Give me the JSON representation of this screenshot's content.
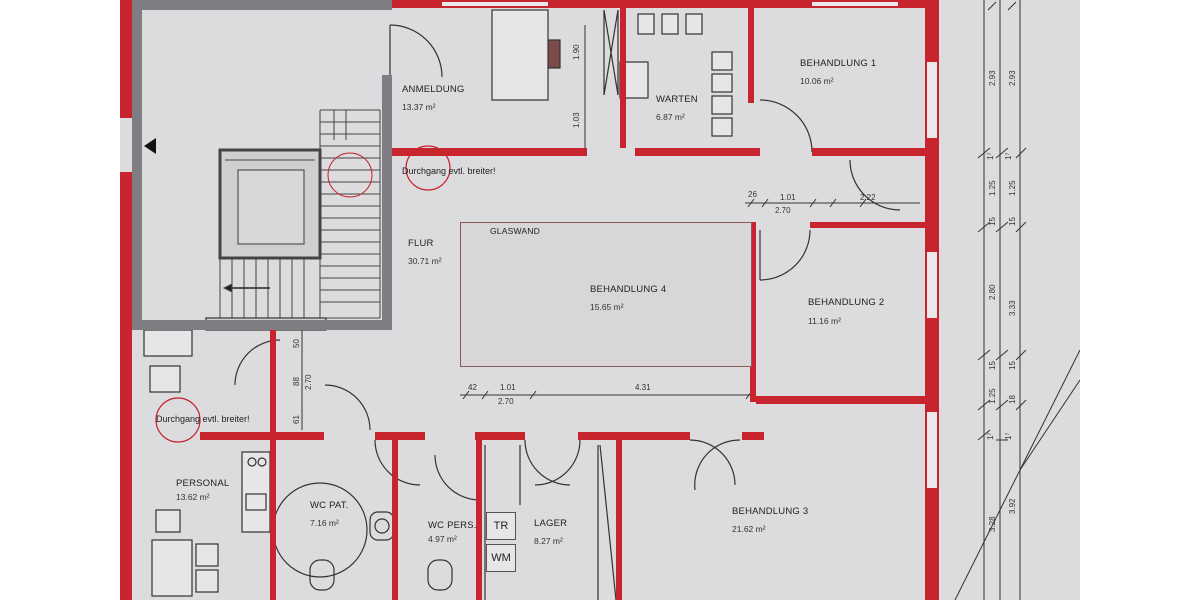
{
  "rooms": {
    "anmeldung": {
      "name": "ANMELDUNG",
      "area": "13.37 m²"
    },
    "warten": {
      "name": "WARTEN",
      "area": "6.87 m²"
    },
    "behandlung1": {
      "name": "BEHANDLUNG 1",
      "area": "10.06 m²"
    },
    "flur": {
      "name": "FLUR",
      "area": "30.71 m²"
    },
    "behandlung4": {
      "name": "BEHANDLUNG 4",
      "area": "15.65 m²"
    },
    "behandlung2": {
      "name": "BEHANDLUNG 2",
      "area": "11.16 m²"
    },
    "personal": {
      "name": "PERSONAL",
      "area": "13.62 m²"
    },
    "wc_pat": {
      "name": "WC PAT.",
      "area": "7.16 m²"
    },
    "wc_pers": {
      "name": "WC PERS.",
      "area": "4.97 m²"
    },
    "lager": {
      "name": "LAGER",
      "area": "8.27 m²"
    },
    "behandlung3": {
      "name": "BEHANDLUNG 3",
      "area": "21.62 m²"
    }
  },
  "labels": {
    "glaswand": "GLASWAND",
    "tr": "TR",
    "wm": "WM",
    "note_top": "Durchgang evtl. breiter!",
    "note_left": "Durchgang evtl. breiter!"
  },
  "dimensions": {
    "d190": "1.90",
    "d103": "1.03",
    "d26_top": "26",
    "d101_top": "1.01",
    "d270_top": "2.70",
    "d222": "2.22",
    "d42": "42",
    "d101_mid": "1.01",
    "d270_mid": "2.70",
    "d431": "4.31",
    "d50": "50",
    "d88": "88",
    "d270_left": "2.70",
    "d61": "61",
    "r1": "2.93",
    "r2": "2.93",
    "r3": "1⁷",
    "r4": "1⁷",
    "r5": "1.25",
    "r6": "1.25",
    "r7": "15",
    "r8": "15",
    "r9": "2.80",
    "r10": "3.33",
    "r11": "15",
    "r12": "15",
    "r13": "1.25",
    "r14": "18",
    "r15": "1⁷",
    "r16": "1⁷",
    "r17": "3.92",
    "r18": "3.28"
  }
}
